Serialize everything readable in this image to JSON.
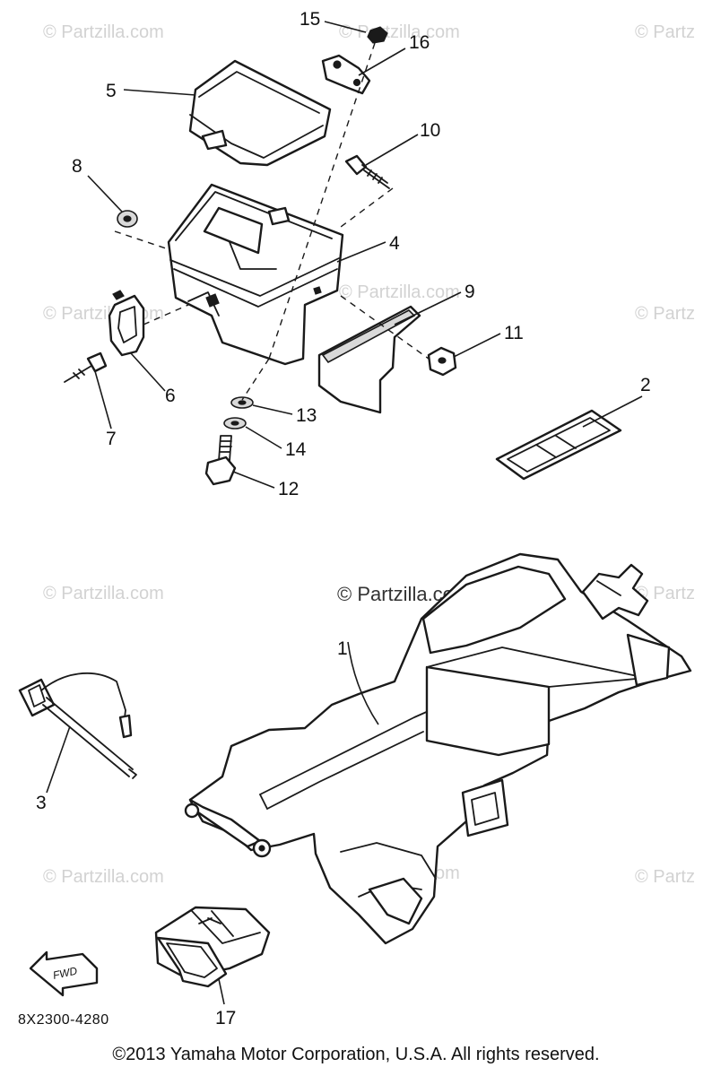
{
  "callouts": {
    "c1": "1",
    "c2": "2",
    "c3": "3",
    "c4": "4",
    "c5": "5",
    "c6": "6",
    "c7": "7",
    "c8": "8",
    "c9": "9",
    "c10": "10",
    "c11": "11",
    "c12": "12",
    "c13": "13",
    "c14": "14",
    "c15": "15",
    "c16": "16",
    "c17": "17"
  },
  "watermark": "© Partzilla.com",
  "watermark_partial": "© Partz",
  "fwd_label": "FWD",
  "diagram_code": "8X2300-4280",
  "copyright": "©2013 Yamaha Motor Corporation, U.S.A. All rights reserved."
}
